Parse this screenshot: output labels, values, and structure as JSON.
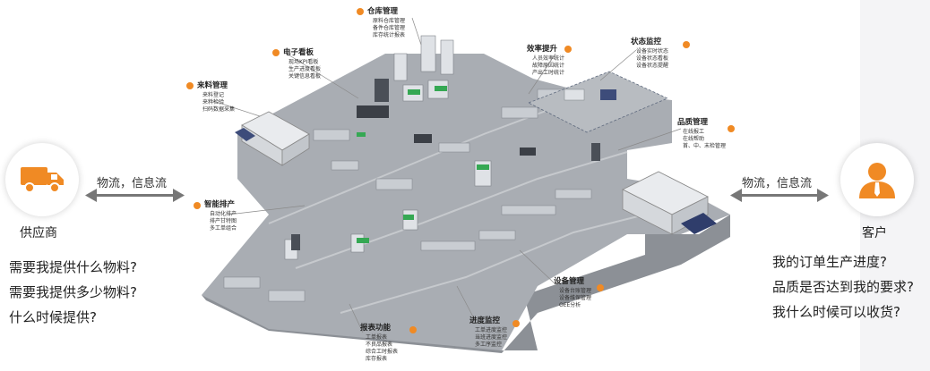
{
  "left": {
    "party": "供应商",
    "flow": "物流，信息流",
    "questions": [
      "需要我提供什么物料?",
      "需要我提供多少物料?",
      "什么时候提供?"
    ],
    "icon": "truck-icon"
  },
  "right": {
    "party": "客户",
    "flow": "物流，信息流",
    "questions": [
      "我的订单生产进度?",
      "品质是否达到我的要求?",
      "我什么时候可以收货?"
    ],
    "icon": "person-icon"
  },
  "labels": {
    "warehouse": {
      "title": "仓库管理",
      "items": [
        "原料仓库管理",
        "备件仓库管理",
        "库存统计报表"
      ]
    },
    "board": {
      "title": "电子看板",
      "items": [
        "现场KPI看板",
        "生产进度看板",
        "关键信息看板"
      ]
    },
    "material": {
      "title": "来料管理",
      "items": [
        "来料登记",
        "来料检验",
        "扫码数据采集"
      ]
    },
    "efficiency": {
      "title": "效率提升",
      "items": [
        "人员效率统计",
        "故障原因统计",
        "产出工时统计"
      ]
    },
    "status": {
      "title": "状态监控",
      "items": [
        "设备实时状态",
        "设备状态看板",
        "设备状态提醒"
      ]
    },
    "quality": {
      "title": "品质管理",
      "items": [
        "在线报工",
        "在线帮助",
        "首、中、末检管理"
      ]
    },
    "schedule": {
      "title": "智能排产",
      "items": [
        "自动化排产",
        "排产甘特图",
        "多工单组合"
      ]
    },
    "equipment": {
      "title": "设备管理",
      "items": [
        "设备台账管理",
        "设备维保管理",
        "OEE分析"
      ]
    },
    "report": {
      "title": "报表功能",
      "items": [
        "工单报表",
        "不良品报表",
        "综合工时报表",
        "库存报表"
      ]
    },
    "progress": {
      "title": "进度监控",
      "items": [
        "工单进度监控",
        "当班进度监控",
        "多工序监控"
      ]
    }
  },
  "colors": {
    "accent": "#f08a24",
    "floor": "#a9adb3",
    "floorEdge": "#8c9096",
    "arrow": "#777777"
  }
}
